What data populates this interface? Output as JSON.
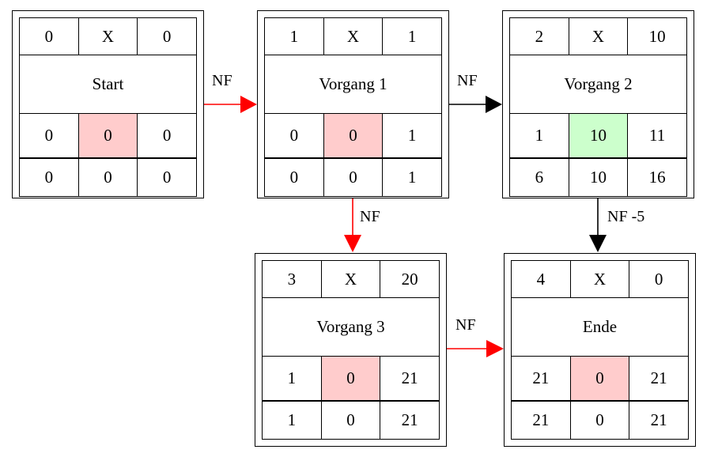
{
  "diagram": {
    "type": "flow-network-diagram",
    "colors": {
      "highlight_pink": "#ffcccc",
      "highlight_green": "#ccffcc",
      "arrow_red": "#ff0000",
      "arrow_black": "#000000",
      "border": "#000000",
      "background": "#ffffff"
    },
    "nodes": [
      {
        "id": "start",
        "title": "Start",
        "header": [
          "0",
          "X",
          "0"
        ],
        "middle": [
          "0",
          "0",
          "0"
        ],
        "bottom": [
          "0",
          "0",
          "0"
        ],
        "highlight": {
          "row": "middle",
          "col": 1,
          "color": "pink"
        }
      },
      {
        "id": "vorgang1",
        "title": "Vorgang 1",
        "header": [
          "1",
          "X",
          "1"
        ],
        "middle": [
          "0",
          "0",
          "1"
        ],
        "bottom": [
          "0",
          "0",
          "1"
        ],
        "highlight": {
          "row": "middle",
          "col": 1,
          "color": "pink"
        }
      },
      {
        "id": "vorgang2",
        "title": "Vorgang 2",
        "header": [
          "2",
          "X",
          "10"
        ],
        "middle": [
          "1",
          "10",
          "11"
        ],
        "bottom": [
          "6",
          "10",
          "16"
        ],
        "highlight": {
          "row": "middle",
          "col": 1,
          "color": "green"
        }
      },
      {
        "id": "vorgang3",
        "title": "Vorgang 3",
        "header": [
          "3",
          "X",
          "20"
        ],
        "middle": [
          "1",
          "0",
          "21"
        ],
        "bottom": [
          "1",
          "0",
          "21"
        ],
        "highlight": {
          "row": "middle",
          "col": 1,
          "color": "pink"
        }
      },
      {
        "id": "ende",
        "title": "Ende",
        "header": [
          "4",
          "X",
          "0"
        ],
        "middle": [
          "21",
          "0",
          "21"
        ],
        "bottom": [
          "21",
          "0",
          "21"
        ],
        "highlight": {
          "row": "middle",
          "col": 1,
          "color": "pink"
        }
      }
    ],
    "edges": [
      {
        "id": "start-to-vorgang1",
        "label": "NF",
        "color": "red",
        "direction": "right"
      },
      {
        "id": "vorgang1-to-vorgang2",
        "label": "NF",
        "color": "black",
        "direction": "right"
      },
      {
        "id": "vorgang1-to-vorgang3",
        "label": "NF",
        "color": "red",
        "direction": "down"
      },
      {
        "id": "vorgang2-to-ende",
        "label": "NF -5",
        "color": "black",
        "direction": "down"
      },
      {
        "id": "vorgang3-to-ende",
        "label": "NF",
        "color": "red",
        "direction": "right"
      }
    ]
  }
}
